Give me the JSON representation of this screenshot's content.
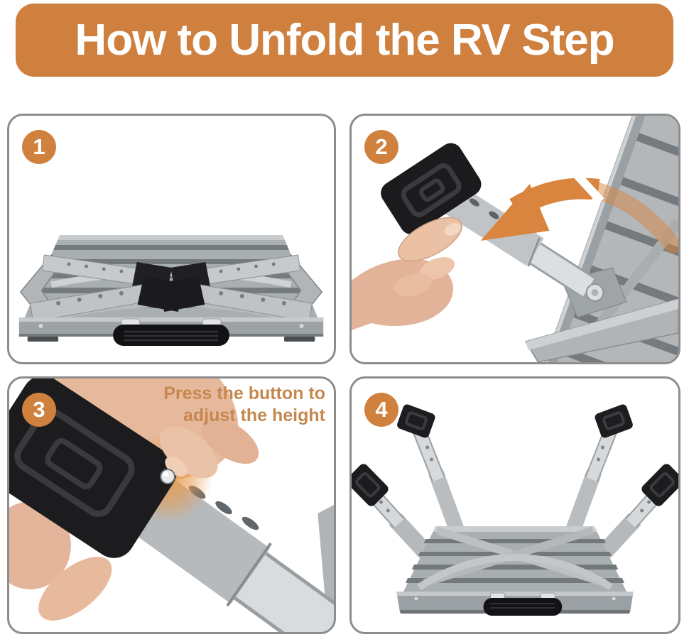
{
  "header": {
    "title": "How to Unfold the RV Step"
  },
  "steps": [
    {
      "number": "1"
    },
    {
      "number": "2"
    },
    {
      "number": "3",
      "caption_line1": "Press the button to",
      "caption_line2": "adjust the height"
    },
    {
      "number": "4"
    }
  ],
  "colors": {
    "accent_orange": "#d0813e",
    "arrow_orange": "#d9853f",
    "caption_text": "#c5884e",
    "panel_border": "#8d8d8d",
    "title_text": "#ffffff",
    "background": "#ffffff",
    "metal_gray": "#b6babd",
    "rubber_black": "#1c1c1f"
  },
  "icons": {
    "rotate_arrow": "curved-arrow-counterclockwise",
    "button_glow": "orange-highlight-glow"
  }
}
